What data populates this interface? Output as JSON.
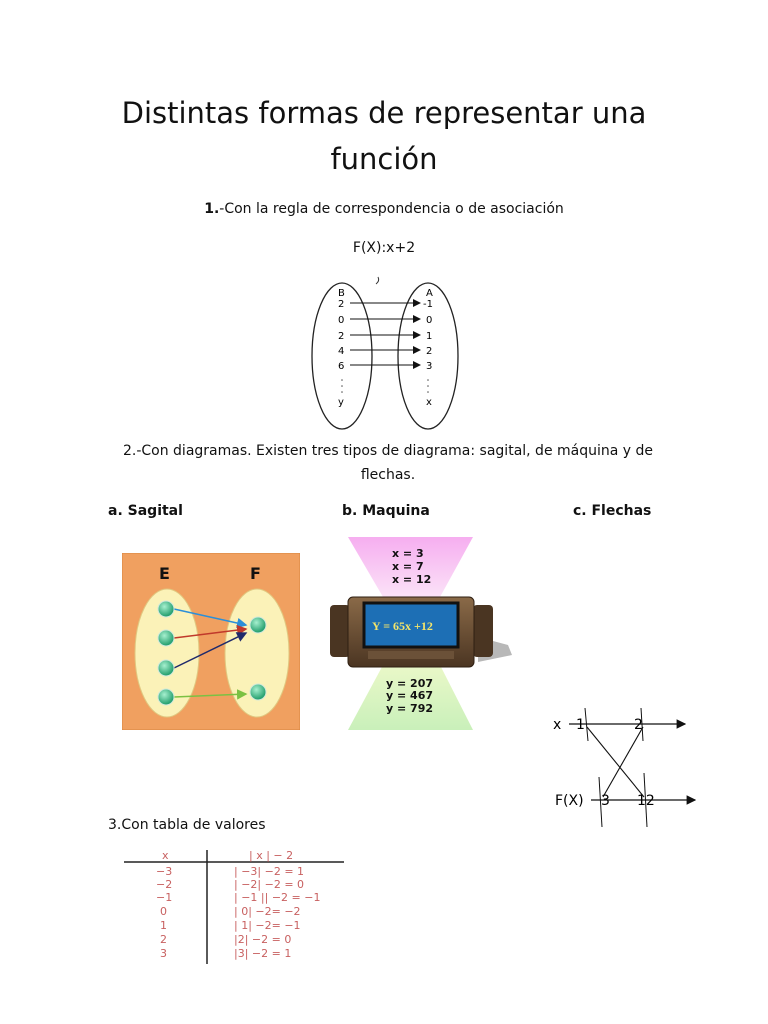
{
  "title_line1": "Distintas formas de representar una",
  "title_line2": "función",
  "section1": {
    "num": "1.",
    "text": "-Con la regla de correspondencia o de asociación"
  },
  "formula": "F(X):x+2",
  "mapping": {
    "left_header": "B",
    "right_header": "A",
    "left_values": [
      "2",
      "0",
      "2",
      "4",
      "6",
      "y"
    ],
    "right_values": [
      "-1",
      "0",
      "1",
      "2",
      "3",
      "x"
    ]
  },
  "section2": {
    "line1": "2.-Con diagramas. Existen tres tipos de diagrama:  sagital, de máquina y de",
    "line2": "flechas."
  },
  "labels": {
    "a": "a. Sagital",
    "b": "b. Maquina",
    "c": "c. Flechas"
  },
  "sagital": {
    "left_set": "E",
    "right_set": "F"
  },
  "machine": {
    "inputs": [
      "x = 3",
      "x = 7",
      "x = 12"
    ],
    "rule": "Y = 65x +12",
    "outputs": [
      "y = 207",
      "y = 467",
      "y = 792"
    ]
  },
  "flechas": {
    "row1_label": "x",
    "row1_values": [
      "1",
      "2"
    ],
    "row2_label": "F(X)",
    "row2_values": [
      "3",
      "12"
    ]
  },
  "section3": {
    "num": "3.",
    "text": "Con tabla de valores"
  },
  "table": {
    "headers": [
      "x",
      "| x | − 2"
    ],
    "rows": [
      [
        "−3",
        "| −3| −2 = 1"
      ],
      [
        "−2",
        "| −2| −2 = 0"
      ],
      [
        "−1",
        "| −1 || −2 = −1"
      ],
      [
        "0",
        "| 0| −2= −2"
      ],
      [
        "1",
        "| 1| −2= −1"
      ],
      [
        "2",
        "|2| −2 = 0"
      ],
      [
        "3",
        "|3| −2 = 1"
      ]
    ]
  },
  "colors": {
    "orange": "#f0a060",
    "ellipse": "#fbf2b8",
    "dot": "#2faa78",
    "pink": "#f7b8ee",
    "green": "#d9f7bf",
    "screen": "#1d6fb5",
    "table_text": "#d07070"
  }
}
